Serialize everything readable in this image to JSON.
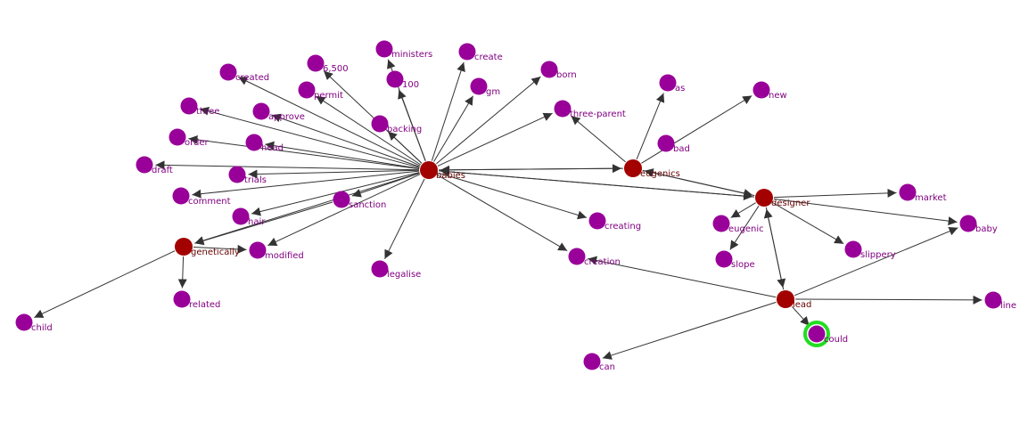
{
  "colors": {
    "background": "#ffffff",
    "edge": "#333333",
    "hub_node": "#a30000",
    "leaf_node": "#990099",
    "hub_label": "#660000",
    "leaf_label": "#800080",
    "highlight_ring": "#22dd22"
  },
  "graph": {
    "nodes": [
      {
        "id": "babies",
        "label": "babies",
        "kind": "hub"
      },
      {
        "id": "eugenics",
        "label": "eugenics",
        "kind": "hub"
      },
      {
        "id": "designer",
        "label": "designer",
        "kind": "hub"
      },
      {
        "id": "genetically",
        "label": "genetically",
        "kind": "hub"
      },
      {
        "id": "lead",
        "label": "lead",
        "kind": "hub"
      },
      {
        "id": "ministers",
        "label": "ministers",
        "kind": "leaf"
      },
      {
        "id": "create",
        "label": "create",
        "kind": "leaf"
      },
      {
        "id": "n6500",
        "label": "6,500",
        "kind": "leaf"
      },
      {
        "id": "born",
        "label": "born",
        "kind": "leaf"
      },
      {
        "id": "created",
        "label": "created",
        "kind": "leaf"
      },
      {
        "id": "n100",
        "label": "100",
        "kind": "leaf"
      },
      {
        "id": "gm",
        "label": "gm",
        "kind": "leaf"
      },
      {
        "id": "permit",
        "label": "permit",
        "kind": "leaf"
      },
      {
        "id": "three",
        "label": "three",
        "kind": "leaf"
      },
      {
        "id": "approve",
        "label": "approve",
        "kind": "leaf"
      },
      {
        "id": "threeparent",
        "label": "three-parent",
        "kind": "leaf"
      },
      {
        "id": "backing",
        "label": "backing",
        "kind": "leaf"
      },
      {
        "id": "order",
        "label": "order",
        "kind": "leaf"
      },
      {
        "id": "head",
        "label": "head",
        "kind": "leaf"
      },
      {
        "id": "draft",
        "label": "draft",
        "kind": "leaf"
      },
      {
        "id": "trials",
        "label": "trials",
        "kind": "leaf"
      },
      {
        "id": "comment",
        "label": "comment",
        "kind": "leaf"
      },
      {
        "id": "sanction",
        "label": "sanction",
        "kind": "leaf"
      },
      {
        "id": "hair",
        "label": "hair",
        "kind": "leaf"
      },
      {
        "id": "modified",
        "label": "modified",
        "kind": "leaf"
      },
      {
        "id": "related",
        "label": "related",
        "kind": "leaf"
      },
      {
        "id": "child",
        "label": "child",
        "kind": "leaf"
      },
      {
        "id": "legalise",
        "label": "legalise",
        "kind": "leaf"
      },
      {
        "id": "creating",
        "label": "creating",
        "kind": "leaf"
      },
      {
        "id": "creation",
        "label": "creation",
        "kind": "leaf"
      },
      {
        "id": "as",
        "label": "as",
        "kind": "leaf"
      },
      {
        "id": "new",
        "label": "new",
        "kind": "leaf"
      },
      {
        "id": "bad",
        "label": "bad",
        "kind": "leaf"
      },
      {
        "id": "market",
        "label": "market",
        "kind": "leaf"
      },
      {
        "id": "eugenic",
        "label": "eugenic",
        "kind": "leaf"
      },
      {
        "id": "baby",
        "label": "baby",
        "kind": "leaf"
      },
      {
        "id": "slope",
        "label": "slope",
        "kind": "leaf"
      },
      {
        "id": "slippery",
        "label": "slippery",
        "kind": "leaf"
      },
      {
        "id": "line",
        "label": "line",
        "kind": "leaf"
      },
      {
        "id": "could",
        "label": "could",
        "kind": "leaf",
        "highlighted": true
      },
      {
        "id": "can",
        "label": "can",
        "kind": "leaf"
      }
    ],
    "edges": [
      {
        "from": "babies",
        "to": "ministers"
      },
      {
        "from": "babies",
        "to": "n100"
      },
      {
        "from": "babies",
        "to": "n6500"
      },
      {
        "from": "babies",
        "to": "create"
      },
      {
        "from": "babies",
        "to": "born"
      },
      {
        "from": "babies",
        "to": "gm"
      },
      {
        "from": "babies",
        "to": "created"
      },
      {
        "from": "babies",
        "to": "permit"
      },
      {
        "from": "babies",
        "to": "backing"
      },
      {
        "from": "babies",
        "to": "approve"
      },
      {
        "from": "babies",
        "to": "three"
      },
      {
        "from": "babies",
        "to": "order"
      },
      {
        "from": "babies",
        "to": "head"
      },
      {
        "from": "babies",
        "to": "draft"
      },
      {
        "from": "babies",
        "to": "trials"
      },
      {
        "from": "babies",
        "to": "comment"
      },
      {
        "from": "babies",
        "to": "sanction"
      },
      {
        "from": "babies",
        "to": "hair"
      },
      {
        "from": "babies",
        "to": "modified"
      },
      {
        "from": "babies",
        "to": "genetically"
      },
      {
        "from": "babies",
        "to": "legalise"
      },
      {
        "from": "babies",
        "to": "creating"
      },
      {
        "from": "babies",
        "to": "creation"
      },
      {
        "from": "babies",
        "to": "threeparent"
      },
      {
        "from": "babies",
        "to": "eugenics"
      },
      {
        "from": "babies",
        "to": "designer"
      },
      {
        "from": "eugenics",
        "to": "babies"
      },
      {
        "from": "eugenics",
        "to": "threeparent"
      },
      {
        "from": "eugenics",
        "to": "as"
      },
      {
        "from": "eugenics",
        "to": "new"
      },
      {
        "from": "eugenics",
        "to": "designer"
      },
      {
        "from": "designer",
        "to": "eugenics"
      },
      {
        "from": "designer",
        "to": "babies"
      },
      {
        "from": "designer",
        "to": "market"
      },
      {
        "from": "designer",
        "to": "baby"
      },
      {
        "from": "designer",
        "to": "eugenic"
      },
      {
        "from": "designer",
        "to": "slope"
      },
      {
        "from": "designer",
        "to": "slippery"
      },
      {
        "from": "designer",
        "to": "lead"
      },
      {
        "from": "lead",
        "to": "designer"
      },
      {
        "from": "lead",
        "to": "baby"
      },
      {
        "from": "lead",
        "to": "line"
      },
      {
        "from": "lead",
        "to": "could"
      },
      {
        "from": "lead",
        "to": "can"
      },
      {
        "from": "lead",
        "to": "creation"
      },
      {
        "from": "genetically",
        "to": "modified"
      },
      {
        "from": "genetically",
        "to": "related"
      },
      {
        "from": "genetically",
        "to": "child"
      },
      {
        "from": "sanction",
        "to": "genetically"
      }
    ]
  }
}
